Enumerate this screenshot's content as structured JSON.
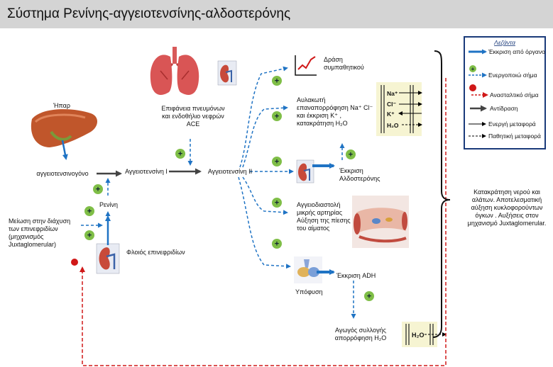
{
  "title": "Σύστημα Ρενίνης-αγγειοτενσίνης-αλδοστερόνης",
  "legend": {
    "heading": "Λεζάντα",
    "items": [
      {
        "label": "Έκκριση από όργανο",
        "kind": "secretion"
      },
      {
        "label": "Ενεργοποιώ σήμα",
        "kind": "activating"
      },
      {
        "label": "Ανασταλτικό σήμα",
        "kind": "inhibitory"
      },
      {
        "label": "Αντίδραση",
        "kind": "reaction"
      },
      {
        "label": "Ενεργή μεταφορά",
        "kind": "active"
      },
      {
        "label": "Παθητική μεταφορά",
        "kind": "passive"
      }
    ]
  },
  "nodes": {
    "liver": "Ήπαρ",
    "angiotensinogen": "αγγειοτενσινογόνο",
    "renin": "Ρενίνη",
    "angiotensin_1": "Αγγειοτενσίνη Ι",
    "angiotensin_2": "Αγγειοτενσίνη ΙΙ",
    "lung_ace": "Επιφάνεια πνευμόνων\nκαι ενδοθήλιο νεφρών\nACE",
    "perfusion": "Μείωση στην διάχυση\nτων επινεφριδίων\n(μηχανισμός\nJuxtaglomerular)",
    "adrenal_cortex": "Φλοιός επινεφριδίων",
    "sympathetic": "Δράση\nσυμπαθητικού",
    "tubular": "Αυλακωτή\nεπαναπορρόφηση Na⁺ Cl⁻\nκαι έκκριση K⁺ ,\nκατακράτηση H₂O",
    "aldosterone": "Έκκριση\nΑλδοστερόνης",
    "arteriole": "Αγγειοδιαστολή\nμικρής αρτηρίας\nΑύξηση της πίεσης\nτου αίματος",
    "adh": "Έκκριση ADH",
    "pituitary": "Υπόφυση",
    "collecting_duct": "Αγωγός συλλογής\nαπορρόφηση H₂O",
    "result": "Κατακράτηση νερού και\nαλάτων. Αποτελεσματική\nαύξηση κυκλοφορούντων\nόγκων . Αυξήσεις στον\nμηχανισμό Juxtaglomerular."
  },
  "ion_panel": {
    "ions": [
      "Na⁺",
      "Cl⁻",
      "K⁺",
      "H₂O"
    ]
  },
  "water_panel": {
    "label": "H₂O"
  },
  "activating_symbol": "+"
}
